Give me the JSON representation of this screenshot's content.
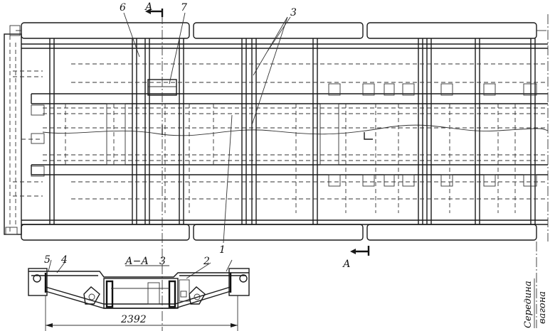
{
  "callouts": {
    "c1": "1",
    "c2": "2",
    "c3": "3",
    "c3b": "3",
    "c4": "4",
    "c5": "5",
    "c6": "6",
    "c7": "7"
  },
  "section": {
    "mark_top": "А",
    "mark_bottom": "А",
    "view_title": "А−А"
  },
  "dimension": {
    "width": "2392"
  },
  "side_note": {
    "line1": "Середина",
    "line2": "вагона"
  }
}
